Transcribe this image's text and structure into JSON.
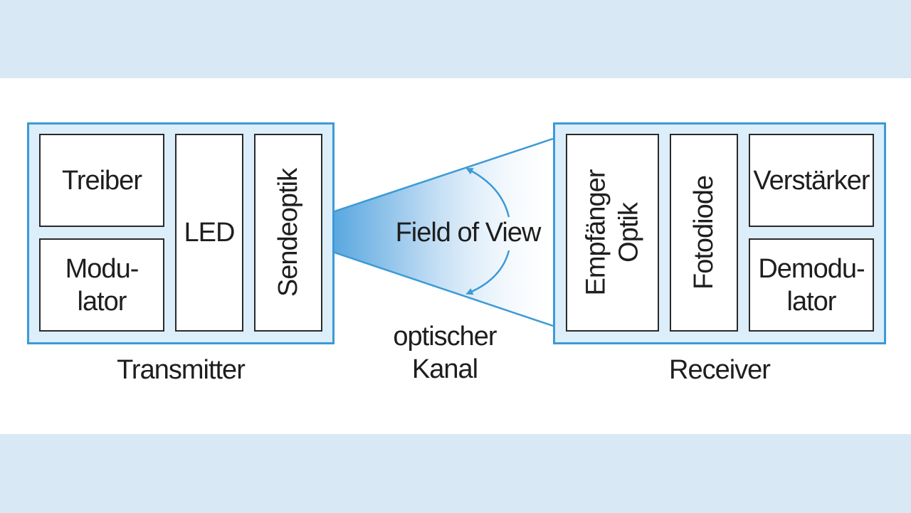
{
  "transmitter": {
    "title": "Transmitter",
    "blocks": {
      "treiber": "Treiber",
      "modulator": "Modu-\nlator",
      "led": "LED",
      "sendeoptik": "Sendeoptik"
    }
  },
  "channel": {
    "fov_label": "Field of View",
    "label": "optischer\nKanal"
  },
  "receiver": {
    "title": "Receiver",
    "blocks": {
      "empfaenger_optik": "Empfänger\nOptik",
      "fotodiode": "Fotodiode",
      "verstaerker": "Verstärker",
      "demodulator": "Demodu-\nlator"
    }
  },
  "colors": {
    "accent": "#3c9ad6",
    "group_fill": "#dceefa",
    "beam": "#5aa8e0"
  }
}
